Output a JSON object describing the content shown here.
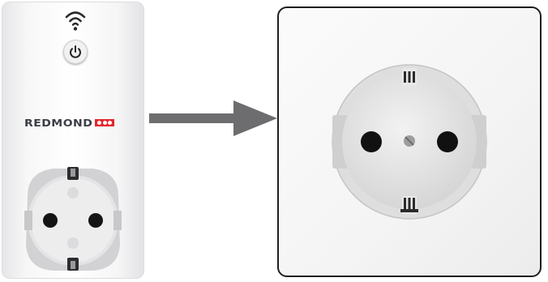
{
  "plug": {
    "brand_name": "REDMOND",
    "brand_color": "#e3262d",
    "icons": [
      "wifi-icon",
      "power-icon"
    ]
  },
  "arrow": {
    "color": "#6d6d70",
    "direction": "right"
  },
  "wall_outlet": {
    "type": "schuko"
  }
}
